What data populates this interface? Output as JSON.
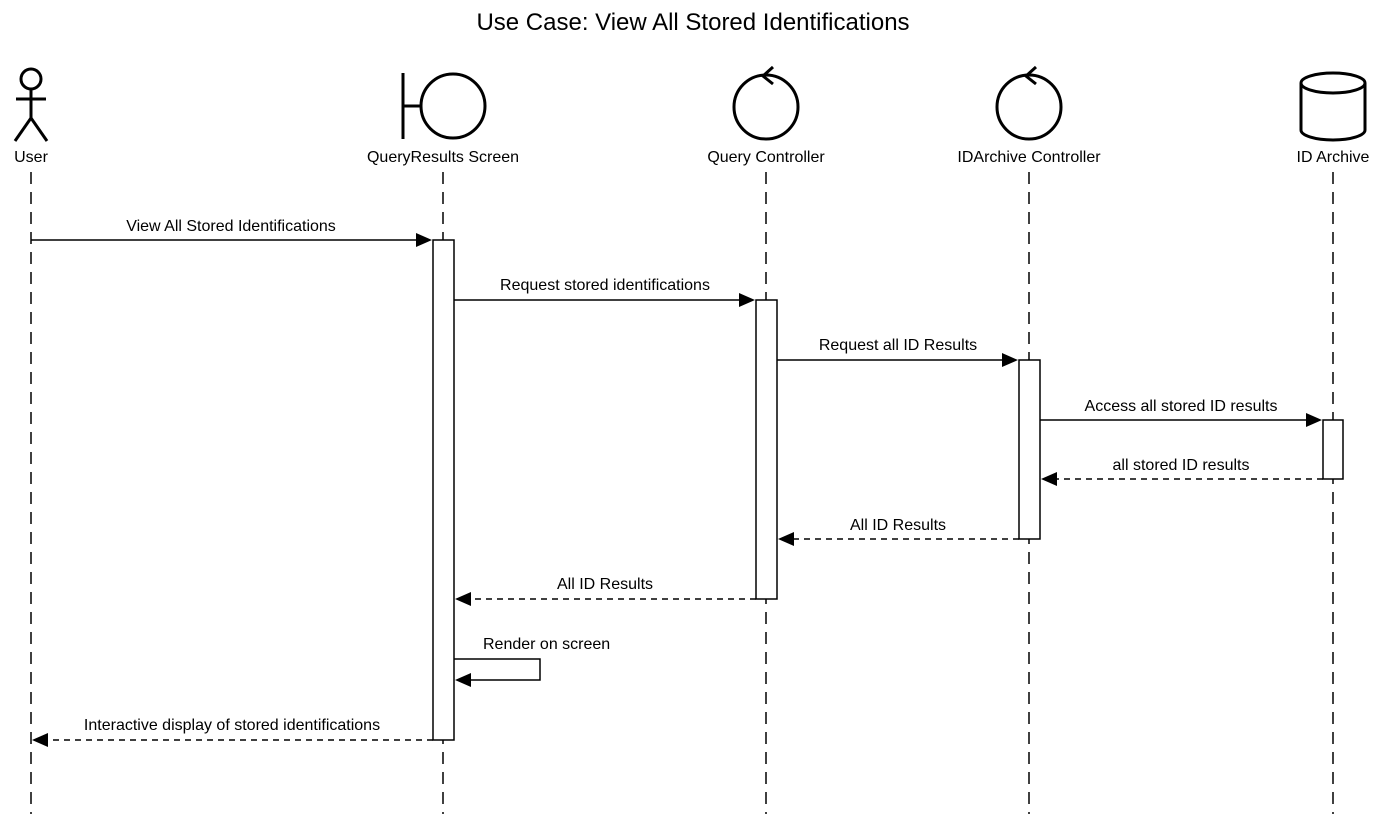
{
  "title": "Use Case: View All Stored Identifications",
  "participants": [
    {
      "id": "user",
      "label": "User",
      "kind": "actor-icon"
    },
    {
      "id": "screen",
      "label": "QueryResults Screen",
      "kind": "boundary-icon"
    },
    {
      "id": "query",
      "label": "Query Controller",
      "kind": "control-icon"
    },
    {
      "id": "archivectl",
      "label": "IDArchive Controller",
      "kind": "control-icon"
    },
    {
      "id": "archive",
      "label": "ID Archive",
      "kind": "database-icon"
    }
  ],
  "messages": [
    {
      "label": "View All Stored Identifications",
      "from": "user",
      "to": "screen",
      "type": "sync"
    },
    {
      "label": "Request stored identifications",
      "from": "screen",
      "to": "query",
      "type": "sync"
    },
    {
      "label": "Request all ID Results",
      "from": "query",
      "to": "archivectl",
      "type": "sync"
    },
    {
      "label": "Access all stored ID results",
      "from": "archivectl",
      "to": "archive",
      "type": "sync"
    },
    {
      "label": "all stored ID results",
      "from": "archive",
      "to": "archivectl",
      "type": "return"
    },
    {
      "label": "All ID Results",
      "from": "archivectl",
      "to": "query",
      "type": "return"
    },
    {
      "label": "All ID Results",
      "from": "query",
      "to": "screen",
      "type": "return"
    },
    {
      "label": "Render on screen",
      "from": "screen",
      "to": "screen",
      "type": "self"
    },
    {
      "label": "Interactive display of stored identifications",
      "from": "screen",
      "to": "user",
      "type": "return"
    }
  ]
}
